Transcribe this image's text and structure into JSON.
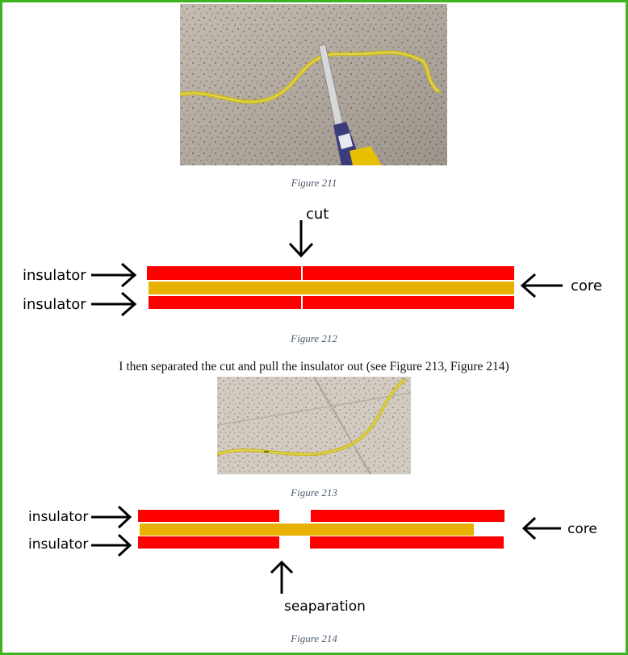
{
  "figures": [
    {
      "caption": "Figure 211"
    },
    {
      "caption": "Figure 212"
    },
    {
      "caption": "Figure 213"
    },
    {
      "caption": "Figure 214"
    }
  ],
  "paragraph": "I then separated the cut and pull the insulator out (see Figure 213, Figure 214)",
  "diagram1": {
    "cut_label": "cut",
    "insulator_top": "insulator",
    "insulator_bottom": "insulator",
    "core_label": "core"
  },
  "diagram2": {
    "insulator_top": "insulator",
    "insulator_bottom": "insulator",
    "core_label": "core",
    "separation_label": "seaparation"
  },
  "colors": {
    "insulator": "#ff0000",
    "core": "#e8b000",
    "border": "#3fb21f",
    "caption": "#4a5a6b"
  }
}
